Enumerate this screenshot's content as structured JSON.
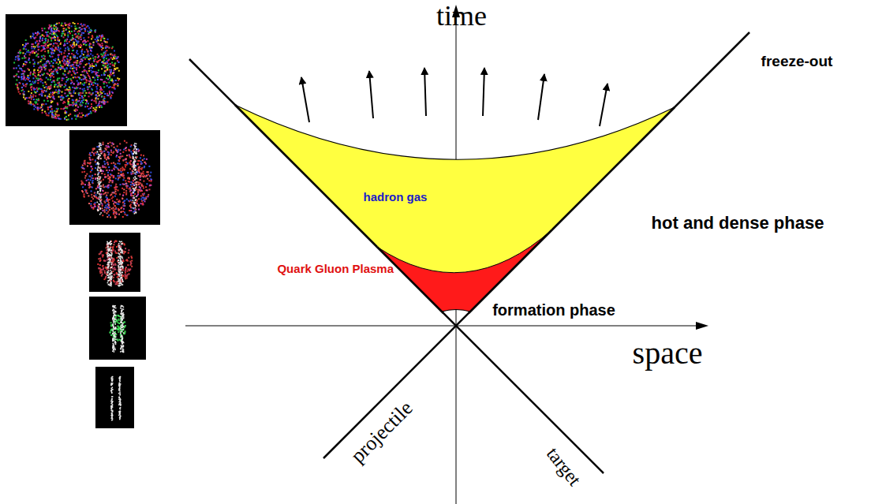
{
  "diagram": {
    "nodes": [
      {
        "text": [
          "hadron gas"
        ]
      },
      {
        "text": [
          "Quark Gluon Plasma"
        ]
      }
    ],
    "labels": [
      "time",
      "freeze-out",
      "hot and dense phase",
      "formation phase",
      "space",
      "projectile",
      "target"
    ]
  }
}
